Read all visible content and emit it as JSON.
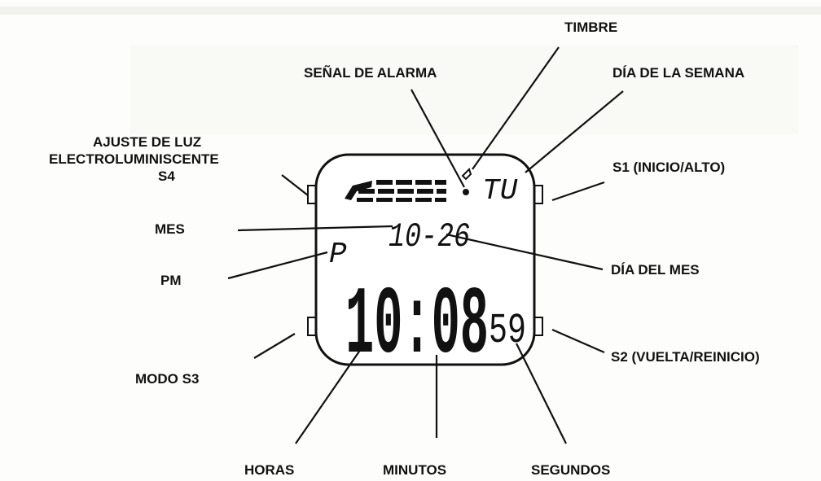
{
  "labels": {
    "timbre": "TIMBRE",
    "senal_alarma": "SEÑAL DE ALARMA",
    "dia_semana": "DÍA DE LA SEMANA",
    "ajuste_luz_line1": "AJUSTE DE LUZ",
    "ajuste_luz_line2": "ELECTROLUMINISCENTE",
    "ajuste_luz_line3": "S4",
    "s1": "S1 (INICIO/ALTO)",
    "mes": "MES",
    "pm": "PM",
    "dia_mes": "DÍA DEL MES",
    "modo_s3": "MODO S3",
    "s2": "S2 (VUELTA/REINICIO)",
    "horas": "HORAS",
    "minutos": "MINUTOS",
    "segundos": "SEGUNDOS"
  },
  "display": {
    "weekday": "TU",
    "date": "10-26",
    "pm_indicator": "P",
    "time": "10:08",
    "seconds": "59"
  }
}
